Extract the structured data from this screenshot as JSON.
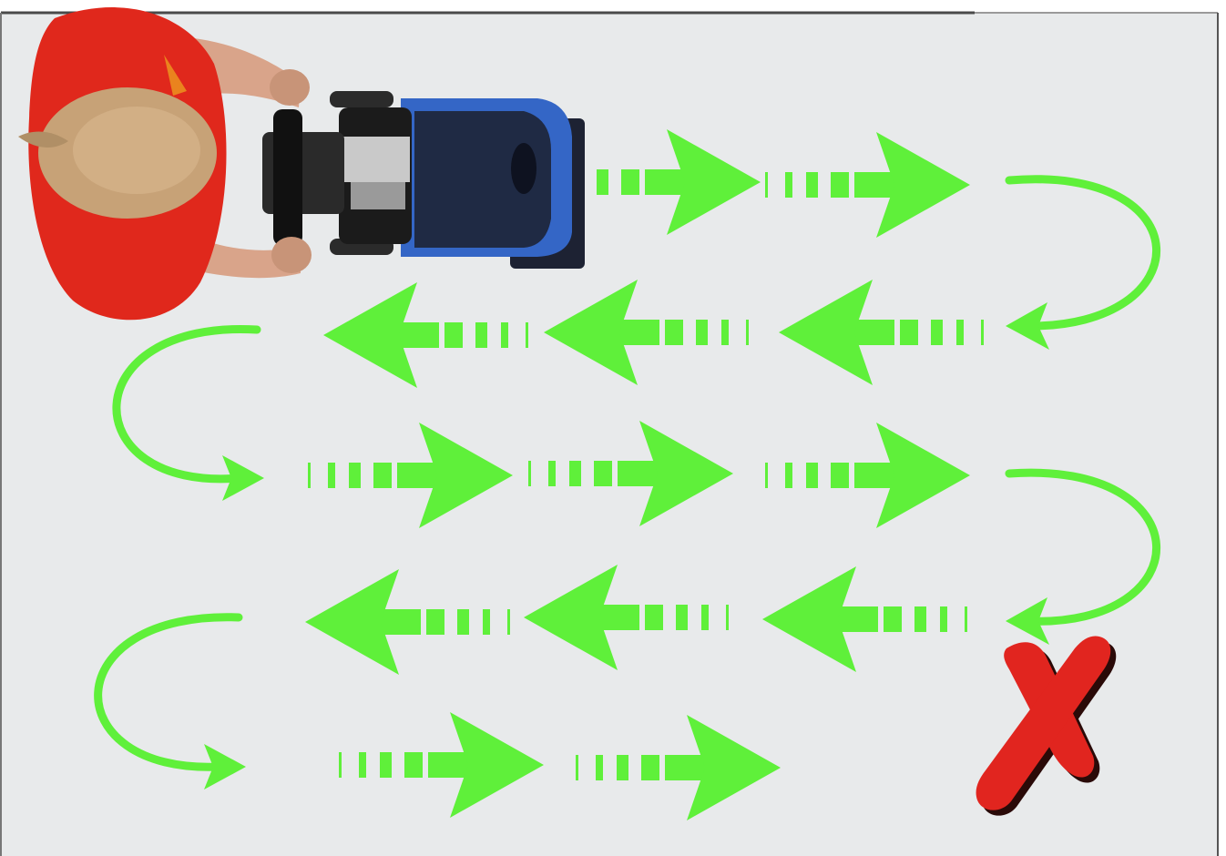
{
  "colors": {
    "floor": "#e8eaeb",
    "border": "#6a6a6a",
    "arrow": "#5ff03a",
    "cross": "#e1251f",
    "cross_shadow": "#2a0a08",
    "operator_shirt": "#e0281c",
    "operator_hair": "#c7a277",
    "operator_skin": "#d9a48a",
    "machine_body": "#3466c6",
    "machine_dark": "#1d2233",
    "machine_frame": "#c9c9c9"
  },
  "path": {
    "passes": [
      {
        "direction": "right",
        "arrow_count": 2
      },
      {
        "direction": "left",
        "arrow_count": 3
      },
      {
        "direction": "right",
        "arrow_count": 3
      },
      {
        "direction": "left",
        "arrow_count": 3
      },
      {
        "direction": "right",
        "arrow_count": 2
      }
    ],
    "u_turns": [
      {
        "side": "right",
        "count": 2
      },
      {
        "side": "left",
        "count": 2
      }
    ]
  },
  "icons": {
    "operator": "operator-with-scrubber-icon",
    "end_marker": "red-cross-icon",
    "turn": "u-turn-arrow-icon",
    "straight": "dashed-arrow-icon"
  }
}
